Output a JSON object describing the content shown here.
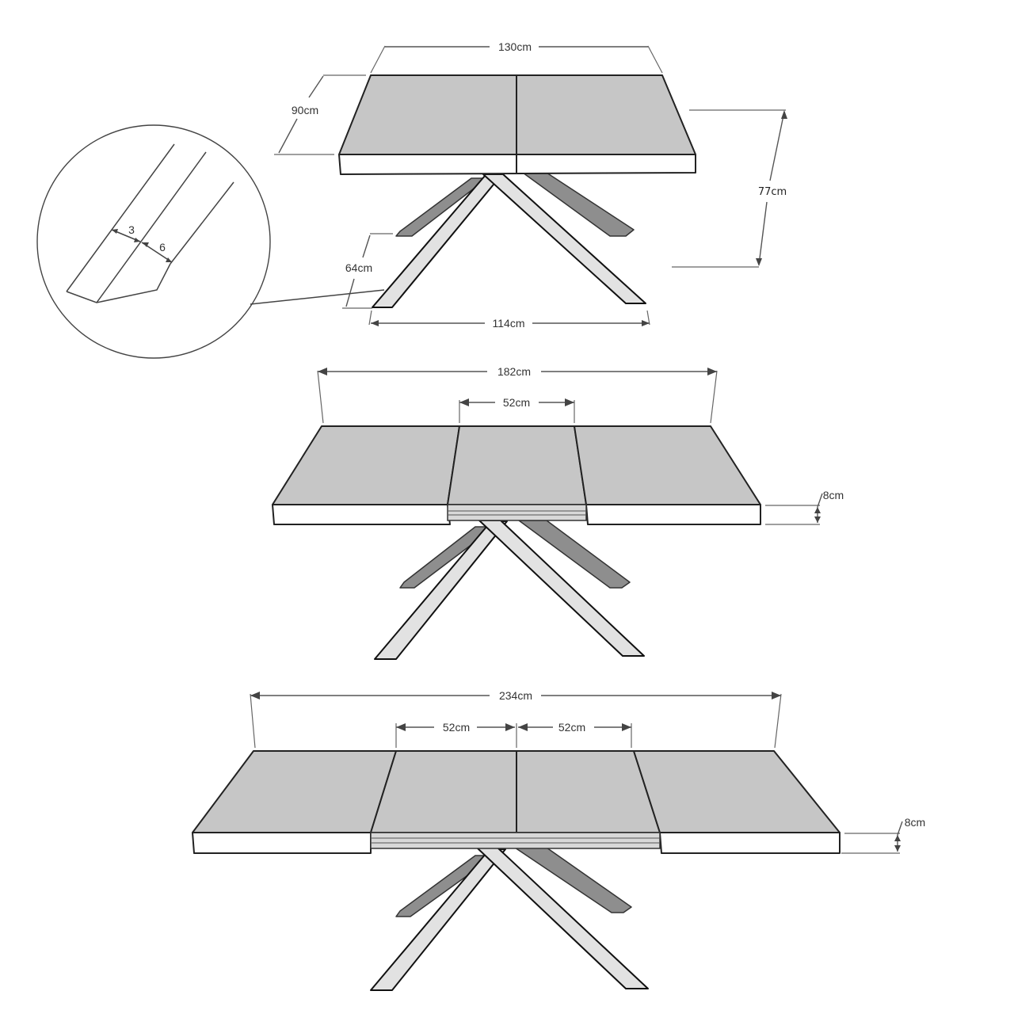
{
  "diagram": {
    "subject": "extendable dining table dimension drawing",
    "views": [
      {
        "id": "closed",
        "label_width": "130cm",
        "label_depth": "90cm",
        "label_height": "77cm",
        "label_leg_depth": "64cm",
        "label_leg_span": "114cm"
      },
      {
        "id": "one-extension",
        "label_total_width": "182cm",
        "label_extension": "52cm",
        "label_thickness": "8cm"
      },
      {
        "id": "two-extensions",
        "label_total_width": "234cm",
        "label_extension_1": "52cm",
        "label_extension_2": "52cm",
        "label_thickness": "8cm"
      }
    ],
    "detail_callout": {
      "label_a": "3",
      "label_b": "6"
    },
    "colors": {
      "top_surface": "#c6c6c6",
      "edge": "#ffffff",
      "leg_front": "#e2e2e2",
      "leg_back": "#8e8e8e",
      "line": "#222222",
      "dimension": "#555555"
    }
  }
}
